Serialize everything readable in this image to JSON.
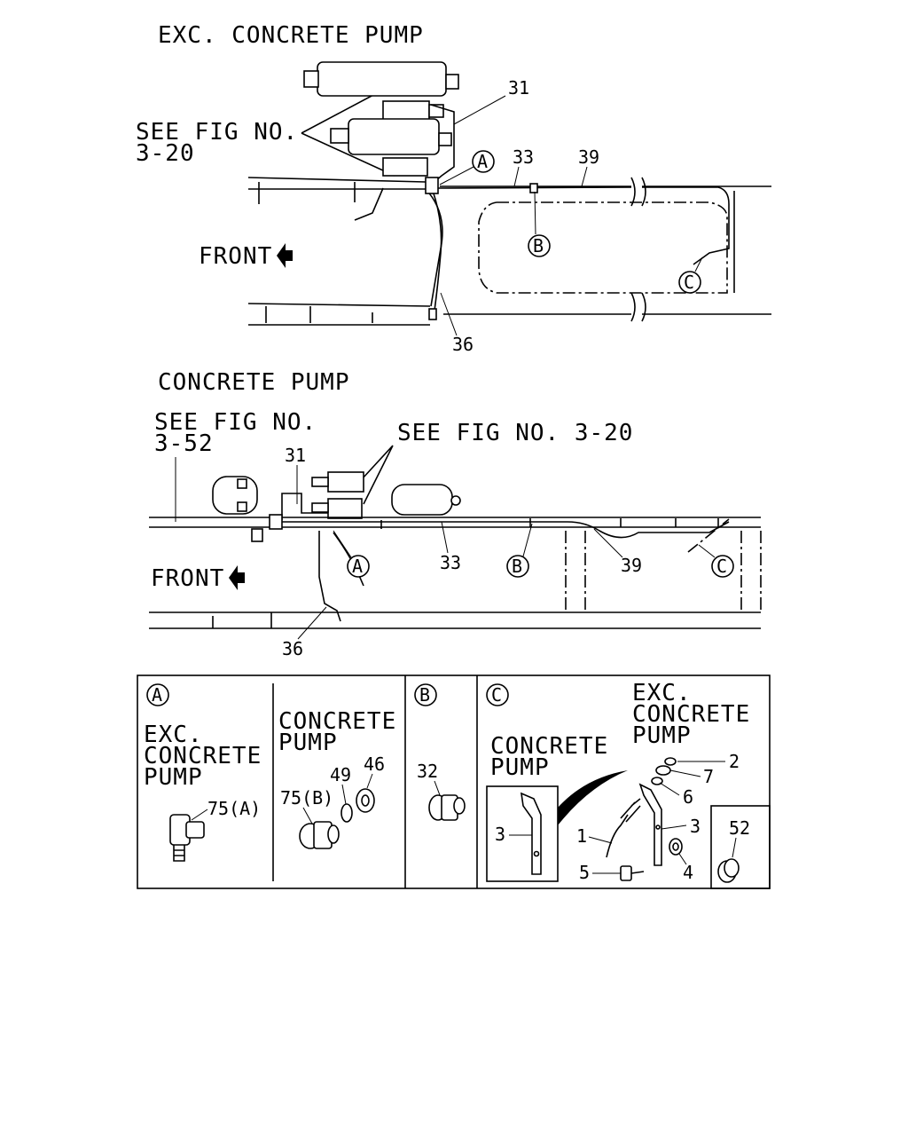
{
  "top": {
    "title": "EXC. CONCRETE PUMP",
    "see_fig_line1": "SEE FIG NO.",
    "see_fig_line2": "3-20",
    "front": "FRONT",
    "callouts": {
      "c31": "31",
      "c33": "33",
      "c39": "39",
      "c36": "36"
    },
    "markers": {
      "a": "A",
      "b": "B",
      "c": "C"
    }
  },
  "middle": {
    "title": "CONCRETE PUMP",
    "see_fig_a_line1": "SEE FIG NO.",
    "see_fig_a_line2": "3-52",
    "see_fig_b": "SEE FIG NO. 3-20",
    "front": "FRONT",
    "callouts": {
      "c31": "31",
      "c33": "33",
      "c39": "39",
      "c36": "36"
    },
    "markers": {
      "a": "A",
      "b": "B",
      "c": "C"
    }
  },
  "details": {
    "a": {
      "marker": "A",
      "left_label_1": "EXC.",
      "left_label_2": "CONCRETE",
      "left_label_3": "PUMP",
      "left_part": "75(A)",
      "right_label_1": "CONCRETE",
      "right_label_2": "PUMP",
      "right_part_1": "75(B)",
      "right_part_2": "49",
      "right_part_3": "46"
    },
    "b": {
      "marker": "B",
      "part": "32"
    },
    "c": {
      "marker": "C",
      "cp_label_1": "CONCRETE",
      "cp_label_2": "PUMP",
      "exc_label_1": "EXC.",
      "exc_label_2": "CONCRETE",
      "exc_label_3": "PUMP",
      "parts": {
        "p1": "1",
        "p2": "2",
        "p3a": "3",
        "p3b": "3",
        "p4": "4",
        "p5": "5",
        "p6": "6",
        "p7": "7",
        "p52": "52"
      }
    }
  }
}
